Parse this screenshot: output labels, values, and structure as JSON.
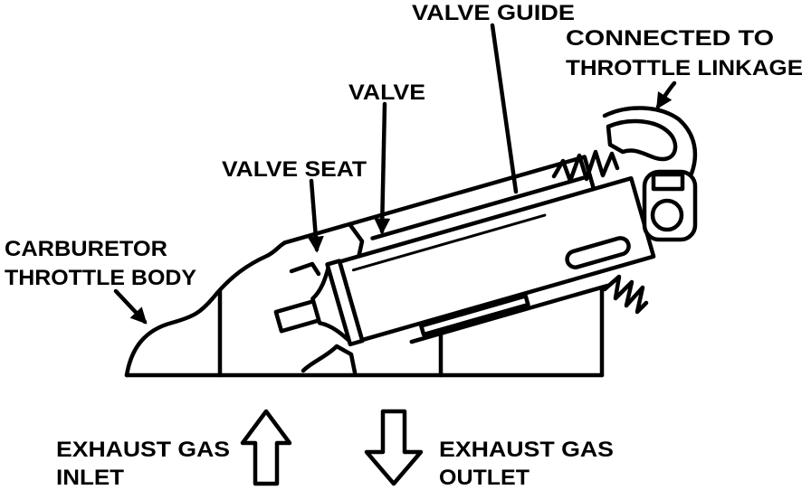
{
  "labels": {
    "valve_guide": "VALVE GUIDE",
    "linkage_line1": "CONNECTED TO",
    "linkage_line2": "THROTTLE LINKAGE",
    "valve": "VALVE",
    "valve_seat": "VALVE SEAT",
    "throttle_body_line1": "CARBURETOR",
    "throttle_body_line2": "THROTTLE BODY",
    "inlet_line1": "EXHAUST GAS",
    "inlet_line2": "INLET",
    "outlet_line1": "EXHAUST GAS",
    "outlet_line2": "OUTLET"
  },
  "colors": {
    "ink": "#000000",
    "background": "#ffffff"
  }
}
